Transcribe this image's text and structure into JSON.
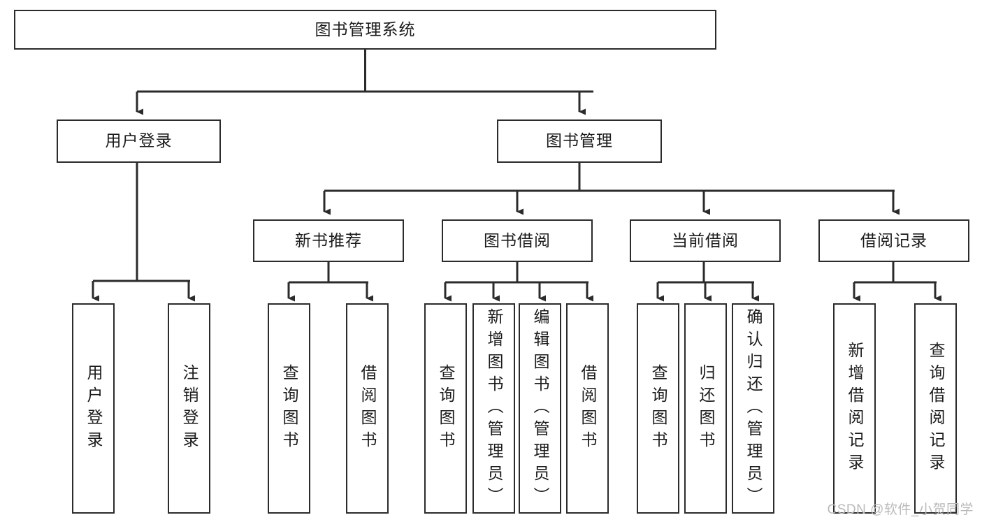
{
  "diagram": {
    "title": "图书管理系统",
    "type": "tree-hierarchy-diagram",
    "root": {
      "id": "root",
      "label": "图书管理系统"
    },
    "level2": [
      {
        "id": "user-login",
        "label": "用户登录"
      },
      {
        "id": "book-manage",
        "label": "图书管理"
      }
    ],
    "level3": [
      {
        "id": "new-book-recommend",
        "label": "新书推荐"
      },
      {
        "id": "book-borrow",
        "label": "图书借阅"
      },
      {
        "id": "current-borrow",
        "label": "当前借阅"
      },
      {
        "id": "borrow-record",
        "label": "借阅记录"
      }
    ],
    "leaves": {
      "user_login": [
        {
          "id": "leaf-user-login",
          "label": "用户登录"
        },
        {
          "id": "leaf-logout-login",
          "label": "注销登录"
        }
      ],
      "new_book_recommend": [
        {
          "id": "leaf-query-book-1",
          "label": "查询图书"
        },
        {
          "id": "leaf-borrow-book-1",
          "label": "借阅图书"
        }
      ],
      "book_borrow": [
        {
          "id": "leaf-query-book-2",
          "label": "查询图书"
        },
        {
          "id": "leaf-add-book",
          "label": "新增图书（管理员）"
        },
        {
          "id": "leaf-edit-book",
          "label": "编辑图书（管理员）"
        },
        {
          "id": "leaf-borrow-book-2",
          "label": "借阅图书"
        }
      ],
      "current_borrow": [
        {
          "id": "leaf-query-book-3",
          "label": "查询图书"
        },
        {
          "id": "leaf-return-book",
          "label": "归还图书"
        },
        {
          "id": "leaf-confirm-return",
          "label": "确认归还（管理员）"
        }
      ],
      "borrow_record": [
        {
          "id": "leaf-add-record",
          "label": "新增借阅记录"
        },
        {
          "id": "leaf-query-record",
          "label": "查询借阅记录"
        }
      ]
    }
  },
  "watermark": {
    "text": "CSDN @软件_小贺同学"
  },
  "colors": {
    "stroke": "#2b2b2b",
    "box_fill": "#ffffff",
    "text": "#1b1b1b",
    "watermark": "#b9b9b9",
    "background": "#ffffff"
  }
}
